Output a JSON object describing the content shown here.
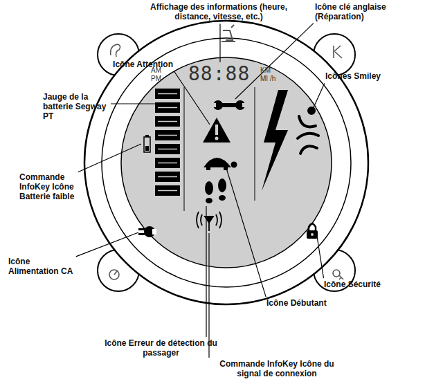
{
  "diagram": {
    "labels": [
      "Affichage des informations (heure, distance, vitesse, etc.)",
      "Icône clé anglaise (Réparation)",
      "Icône Attention",
      "Jauge de la batterie Segway PT",
      "Icônes Smiley",
      "Commande InfoKey Icône Batterie faible",
      "Icône Alimentation CA",
      "Icône Sécurité",
      "Icône Débutant",
      "Icône Erreur de détection du passager",
      "Commande InfoKey Icône du signal de connexion",
      "88:88",
      "AM",
      "PM",
      "KM",
      "MI /h"
    ]
  }
}
